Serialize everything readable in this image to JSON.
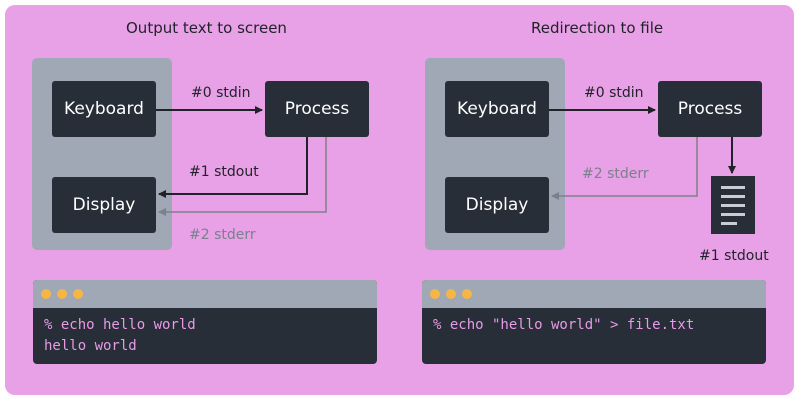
{
  "left": {
    "title": "Output text to screen",
    "keyboard": "Keyboard",
    "process": "Process",
    "display": "Display",
    "stdin_label": "#0 stdin",
    "stdout_label": "#1 stdout",
    "stderr_label": "#2 stderr",
    "terminal_lines": [
      "% echo hello world",
      "hello world"
    ]
  },
  "right": {
    "title": "Redirection to file",
    "keyboard": "Keyboard",
    "process": "Process",
    "display": "Display",
    "stdin_label": "#0 stdin",
    "stderr_label": "#2 stderr",
    "stdout_label": "#1 stdout",
    "file_icon": "document-icon",
    "terminal_lines": [
      "% echo \"hello world\" > file.txt"
    ]
  },
  "colors": {
    "background": "#e8a0e6",
    "panel": "#a0a8b5",
    "box": "#272e38",
    "terminal_text": "#e89ae6",
    "terminal_dot": "#f5b547",
    "faint_arrow": "#7a818b"
  }
}
